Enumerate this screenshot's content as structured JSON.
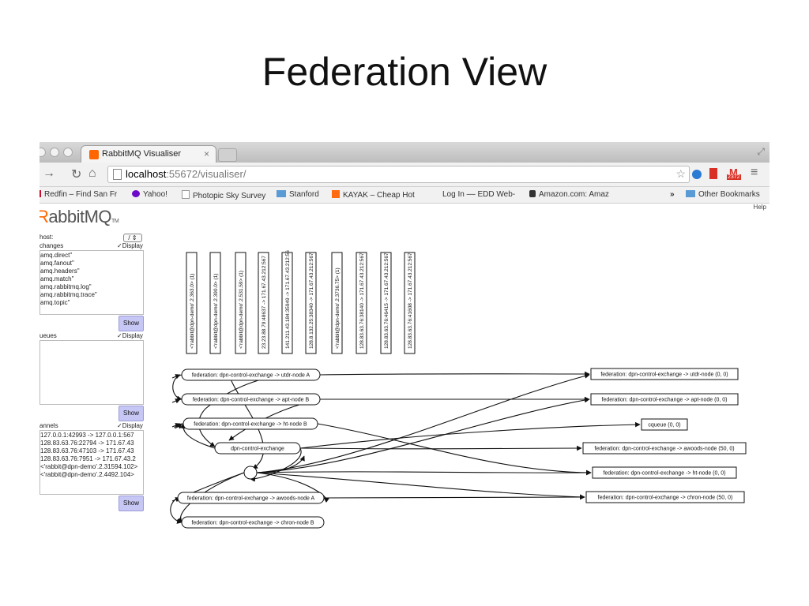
{
  "slide": {
    "title": "Federation View"
  },
  "browser": {
    "tab_title": "RabbitMQ Visualiser",
    "tab_close": "×",
    "url_host": "localhost",
    "url_rest": ":55672/visualiser/",
    "mail_count": "2372",
    "bookmarks": [
      {
        "label": "Redfin – Find San Fr",
        "icon": "redfin-icon",
        "color": "#c8102e"
      },
      {
        "label": "Yahoo!",
        "icon": "yahoo-icon",
        "color": "#6b0ac9"
      },
      {
        "label": "Photopic Sky Survey",
        "icon": "page-icon",
        "color": "#999999"
      },
      {
        "label": "Stanford",
        "icon": "folder-icon",
        "color": "#5b9bd5"
      },
      {
        "label": "KAYAK – Cheap Hot",
        "icon": "kayak-icon",
        "color": "#ff690f"
      },
      {
        "label": "Log In –– EDD Web-",
        "icon": "page-icon",
        "color": "#999999"
      },
      {
        "label": "Amazon.com: Amaz",
        "icon": "amazon-icon",
        "color": "#333333"
      }
    ],
    "bookmarks_more": "»",
    "other_bookmarks": "Other Bookmarks"
  },
  "page": {
    "help": "Help",
    "logo": {
      "r": "R",
      "rest": "abbitMQ",
      "tm": "TM"
    },
    "vhost_label": "host:",
    "vhost_value": "/",
    "display_label": "Display",
    "show_label": "Show",
    "sections": [
      {
        "label": "changes",
        "items": [
          "amq.direct\"",
          "amq.fanout\"",
          "amq.headers\"",
          "amq.match\"",
          "amq.rabbitmq.log\"",
          "amq.rabbitmq.trace\"",
          "amq.topic\""
        ]
      },
      {
        "label": "ueues",
        "items": []
      },
      {
        "label": "annels",
        "items": [
          "127.0.0.1:42993 -> 127.0.0.1:567",
          "128.83.63.76:22794 -> 171.67.43",
          "128.83.63.76:47103 -> 171.67.43",
          "128.83.63.76:7951 -> 171.67.43.2",
          "<'rabbit@dpn-demo'.2.31594.102>",
          "<'rabbit@dpn-demo'.2.4492.104>"
        ]
      }
    ]
  },
  "visualiser": {
    "channels": [
      "<'rabbit@dpn-demo'.2.363.0> (1)",
      "<'rabbit@dpn-demo'.2.390.0> (1)",
      "<'rabbit@dpn-demo'.2.531.59> (1)",
      "23.23.88.79:48637 -> 171.67.43.212:567",
      "141.211.43.184:35949 -> 171.67.43.212:56",
      "128.8.132.25:38340 -> 171.67.43.212:567",
      "<'rabbit@dpn-demo'.2.3736.75> (1)",
      "128.83.63.76:38140 -> 171.67.43.212:567",
      "128.83.63.76:46415 -> 171.67.43.212:567",
      "128.83.63.76:41608 -> 171.67.43.212:567"
    ],
    "exchanges": [
      "federation: dpn-control-exchange -> utdr-node A",
      "federation: dpn-control-exchange -> apt-node B",
      "federation: dpn-control-exchange -> ht-node B",
      "dpn-control-exchange",
      "federation: dpn-control-exchange -> awoods-node A",
      "federation: dpn-control-exchange -> chron-node B"
    ],
    "queues": [
      "federation: dpn-control-exchange -> utdr-node (0, 0)",
      "federation: dpn-control-exchange -> apt-node (0, 0)",
      "cqueue (0, 0)",
      "federation: dpn-control-exchange -> awoods-node (50, 0)",
      "federation: dpn-control-exchange -> ht-node (0, 0)",
      "federation: dpn-control-exchange -> chron-node (50, 0)"
    ]
  }
}
